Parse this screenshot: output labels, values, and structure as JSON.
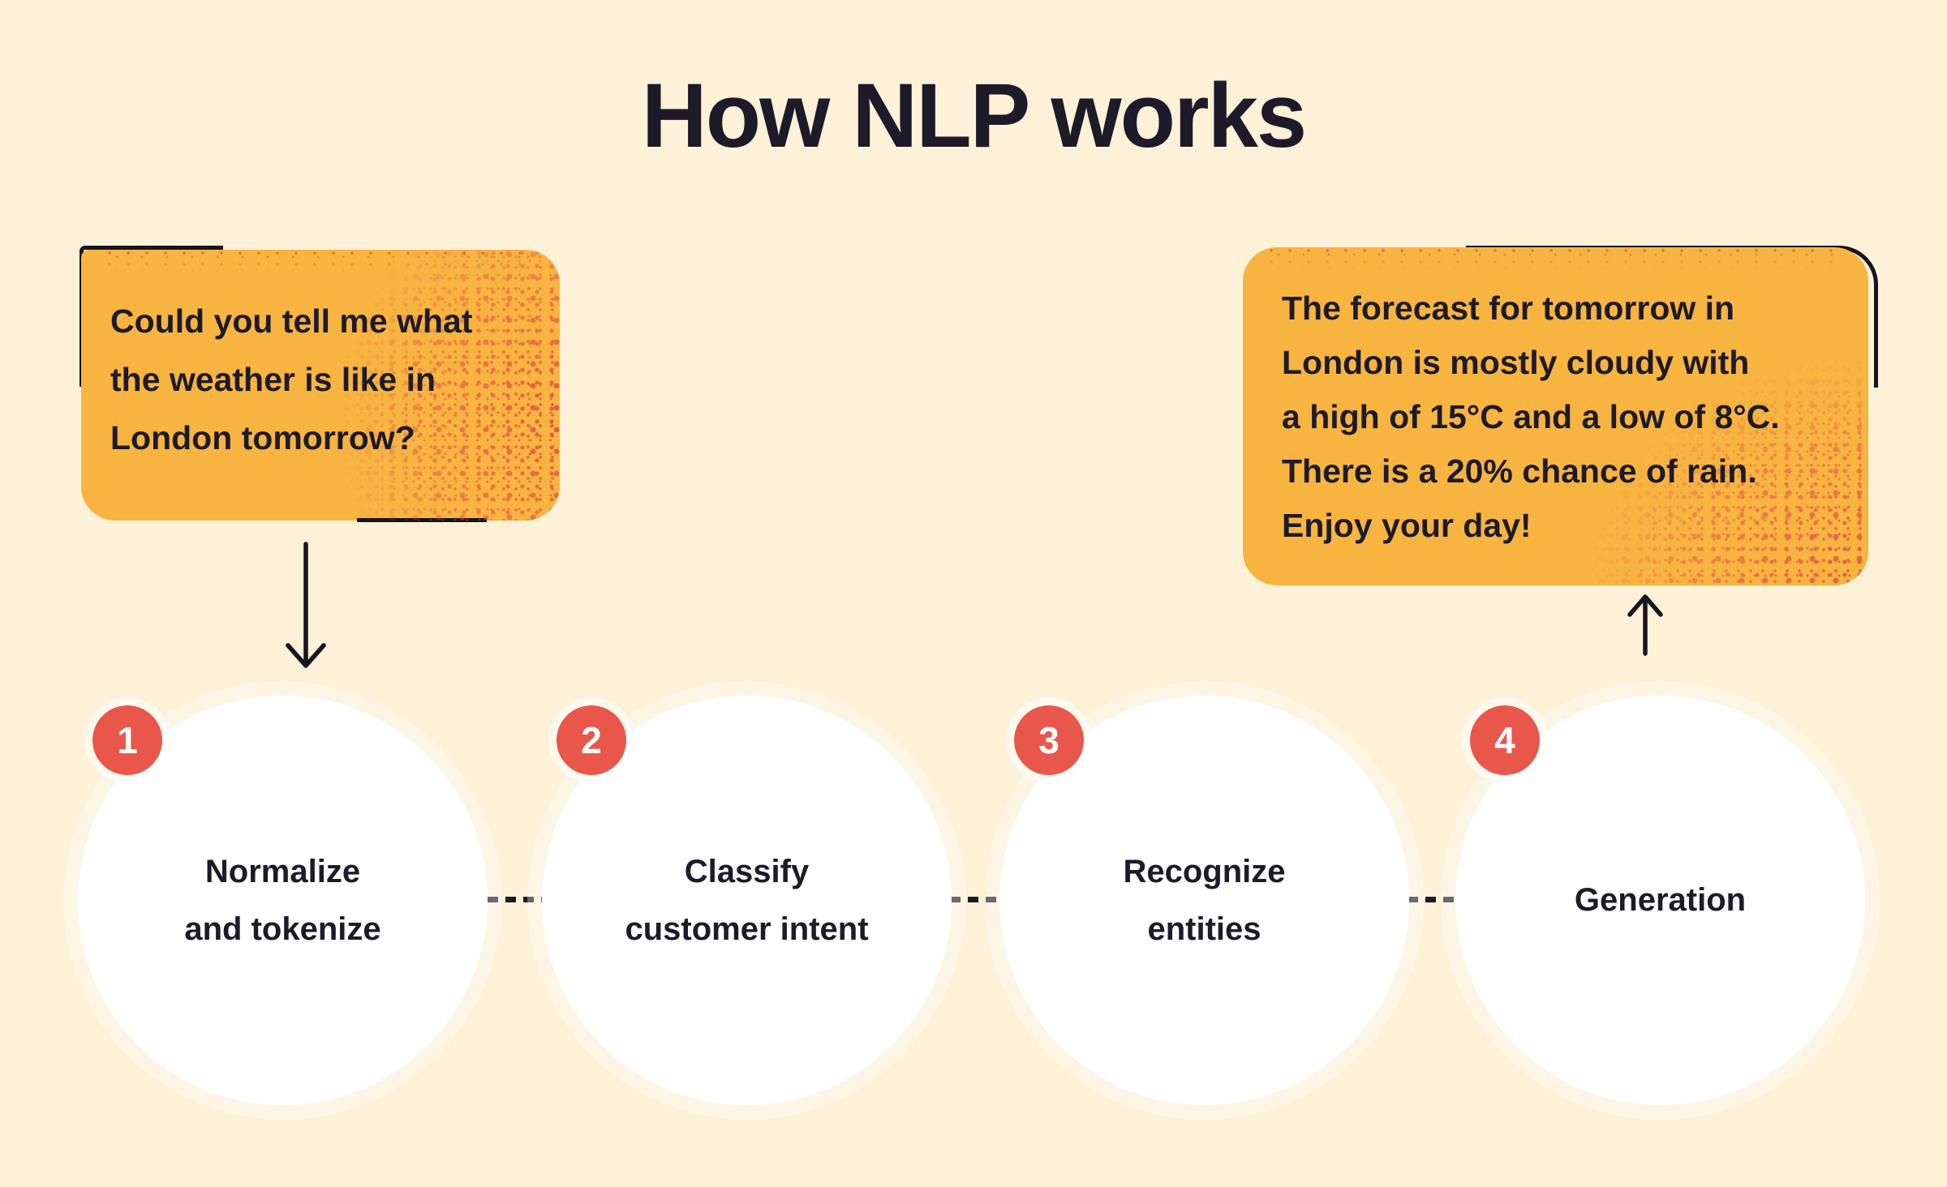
{
  "title": "How NLP works",
  "colors": {
    "background": "#fdf1d7",
    "bubble_orange": "#f7b440",
    "speckle_red": "#e15545",
    "badge_red": "#e9574b",
    "ink": "#1d1a29",
    "circle_white": "#ffffff"
  },
  "query_bubble": {
    "lines": [
      "Could you tell me what",
      "the weather is like in",
      "London tomorrow?"
    ]
  },
  "response_bubble": {
    "lines": [
      "The forecast for tomorrow in",
      "London is mostly cloudy with",
      "a high of 15°C and a low of 8°C.",
      "There is a 20% chance of rain.",
      "Enjoy your day!"
    ]
  },
  "steps": [
    {
      "number": "1",
      "lines": [
        "Normalize",
        "and tokenize"
      ]
    },
    {
      "number": "2",
      "lines": [
        "Classify",
        "customer intent"
      ]
    },
    {
      "number": "3",
      "lines": [
        "Recognize",
        "entities"
      ]
    },
    {
      "number": "4",
      "lines": [
        "Generation"
      ]
    }
  ]
}
